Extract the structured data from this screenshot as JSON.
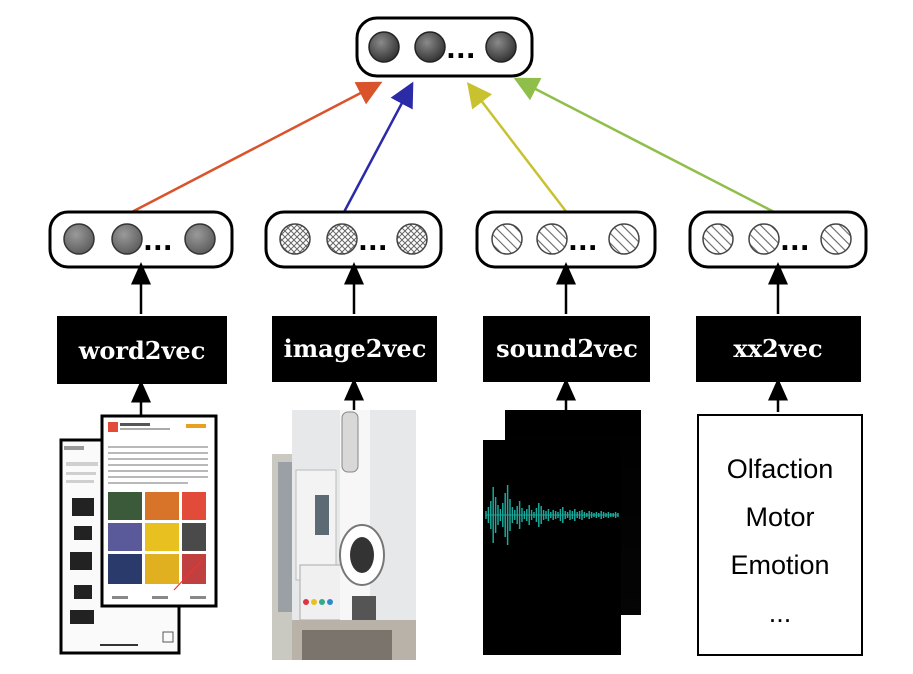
{
  "diagram": {
    "top_vector": {
      "ellipsis": "..."
    },
    "branches": [
      {
        "encoder_label": "word2vec",
        "node_fill": "solid-gray",
        "arrow_color": "#d9532b",
        "ellipsis": "..."
      },
      {
        "encoder_label": "image2vec",
        "node_fill": "crosshatch",
        "arrow_color": "#2b2ba8",
        "ellipsis": "..."
      },
      {
        "encoder_label": "sound2vec",
        "node_fill": "diagonal-stripes",
        "arrow_color": "#c9c230",
        "ellipsis": "..."
      },
      {
        "encoder_label": "xx2vec",
        "node_fill": "diagonal-stripes",
        "arrow_color": "#8fbf4a",
        "ellipsis": "..."
      }
    ],
    "inputs": {
      "text_screenshots": {
        "description_icon": "phone-screenshot-icon"
      },
      "image_photo": {
        "description_icon": "photo-icon"
      },
      "sound_waveform": {
        "description_icon": "waveform-icon"
      },
      "other_modalities": {
        "lines": [
          "Olfaction",
          "Motor",
          "Emotion",
          "..."
        ]
      }
    }
  }
}
